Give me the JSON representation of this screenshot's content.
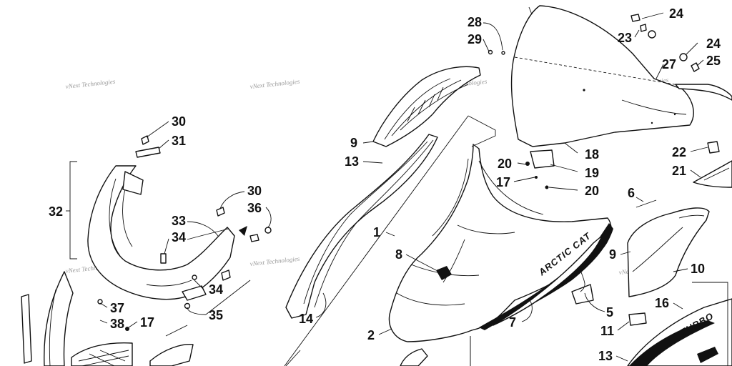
{
  "diagram": {
    "title": "Hood, Windshield and Side Panel Assembly",
    "watermark": "vNext Technologies",
    "brand_marks": [
      "ARCTIC CAT",
      "TURBO"
    ],
    "callouts": [
      "1",
      "2",
      "5",
      "6",
      "7",
      "8",
      "9",
      "9",
      "10",
      "11",
      "13",
      "13",
      "14",
      "16",
      "17",
      "17",
      "18",
      "19",
      "20",
      "20",
      "21",
      "22",
      "23",
      "24",
      "24",
      "25",
      "27",
      "28",
      "29",
      "30",
      "30",
      "31",
      "32",
      "33",
      "34",
      "34",
      "35",
      "36",
      "37",
      "38"
    ]
  }
}
